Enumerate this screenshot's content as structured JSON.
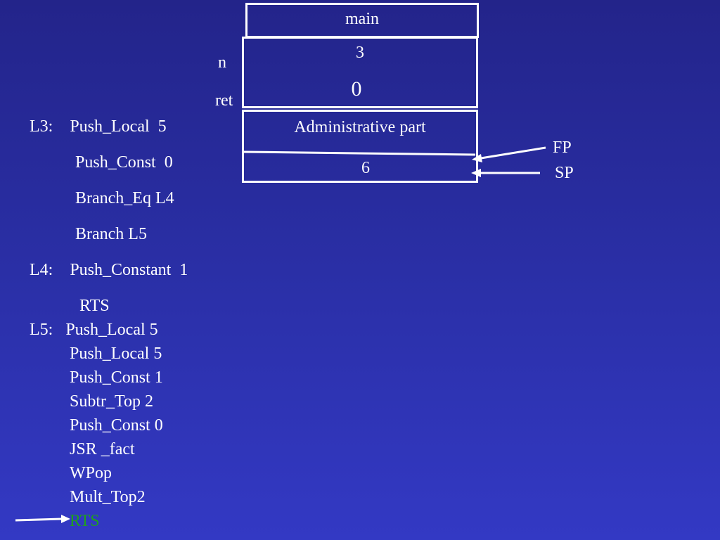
{
  "stack": {
    "main_label": "main",
    "n_value": "3",
    "ret_value": "0",
    "admin_label": "Administrative part",
    "local_value": "6",
    "n_label": "n",
    "ret_label": "ret",
    "fp_label": "FP",
    "sp_label": "SP"
  },
  "code": {
    "lines": [
      "L3:    Push_Local  5",
      "Push_Const  0",
      "Branch_Eq L4",
      "Branch L5",
      "L4:    Push_Constant  1",
      "RTS",
      "L5:   Push_Local 5",
      "Push_Local 5",
      "Push_Const 1",
      "Subtr_Top 2",
      "Push_Const 0",
      "JSR _fact",
      "WPop",
      "Mult_Top2",
      "RTS"
    ],
    "current_line_color": "#1fa01f"
  }
}
